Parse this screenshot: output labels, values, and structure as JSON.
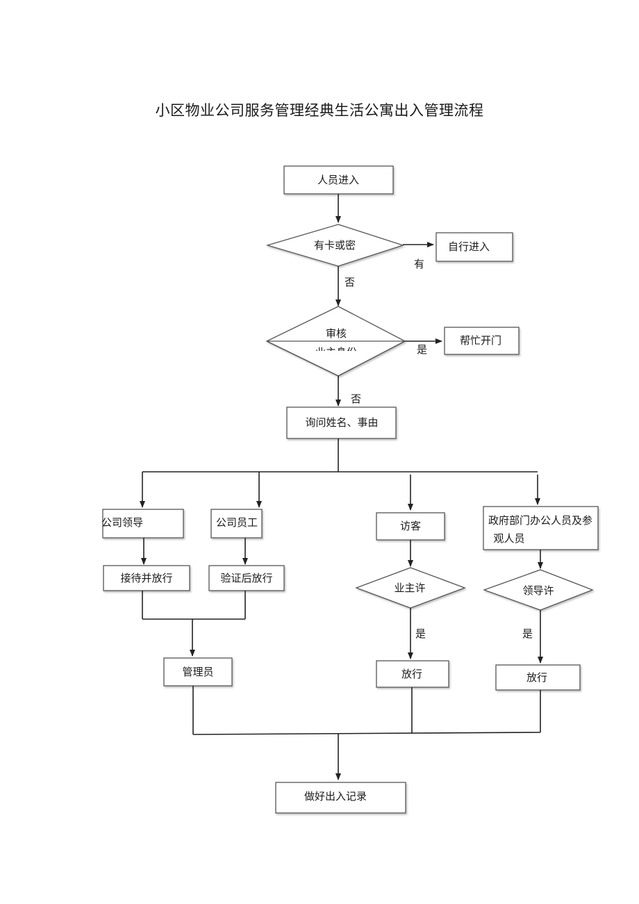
{
  "title": "小区物业公司服务管理经典生活公寓出入管理流程",
  "nodes": {
    "entry": "人员进入",
    "has_card": "有卡或密",
    "self_enter": "自行进入",
    "verify_line1": "审核",
    "verify_line2": "业主身份",
    "help_open": "帮忙开门",
    "ask_name": "询问姓名、事由",
    "company_leader": "公司领导",
    "company_staff": "公司员工",
    "visitor": "访客",
    "gov_line1": "政府部门办公人员及参",
    "gov_line2": "观人员",
    "receive_release": "接待并放行",
    "verify_release": "验证后放行",
    "owner_permit": "业主许",
    "leader_permit": "领导许",
    "manager": "管理员",
    "release_visitor": "放行",
    "release_gov": "放行",
    "record": "做好出入记录"
  },
  "edge_labels": {
    "has_yes": "有",
    "has_no": "否",
    "verify_yes": "是",
    "verify_no": "否",
    "owner_yes": "是",
    "leader_yes": "是"
  }
}
